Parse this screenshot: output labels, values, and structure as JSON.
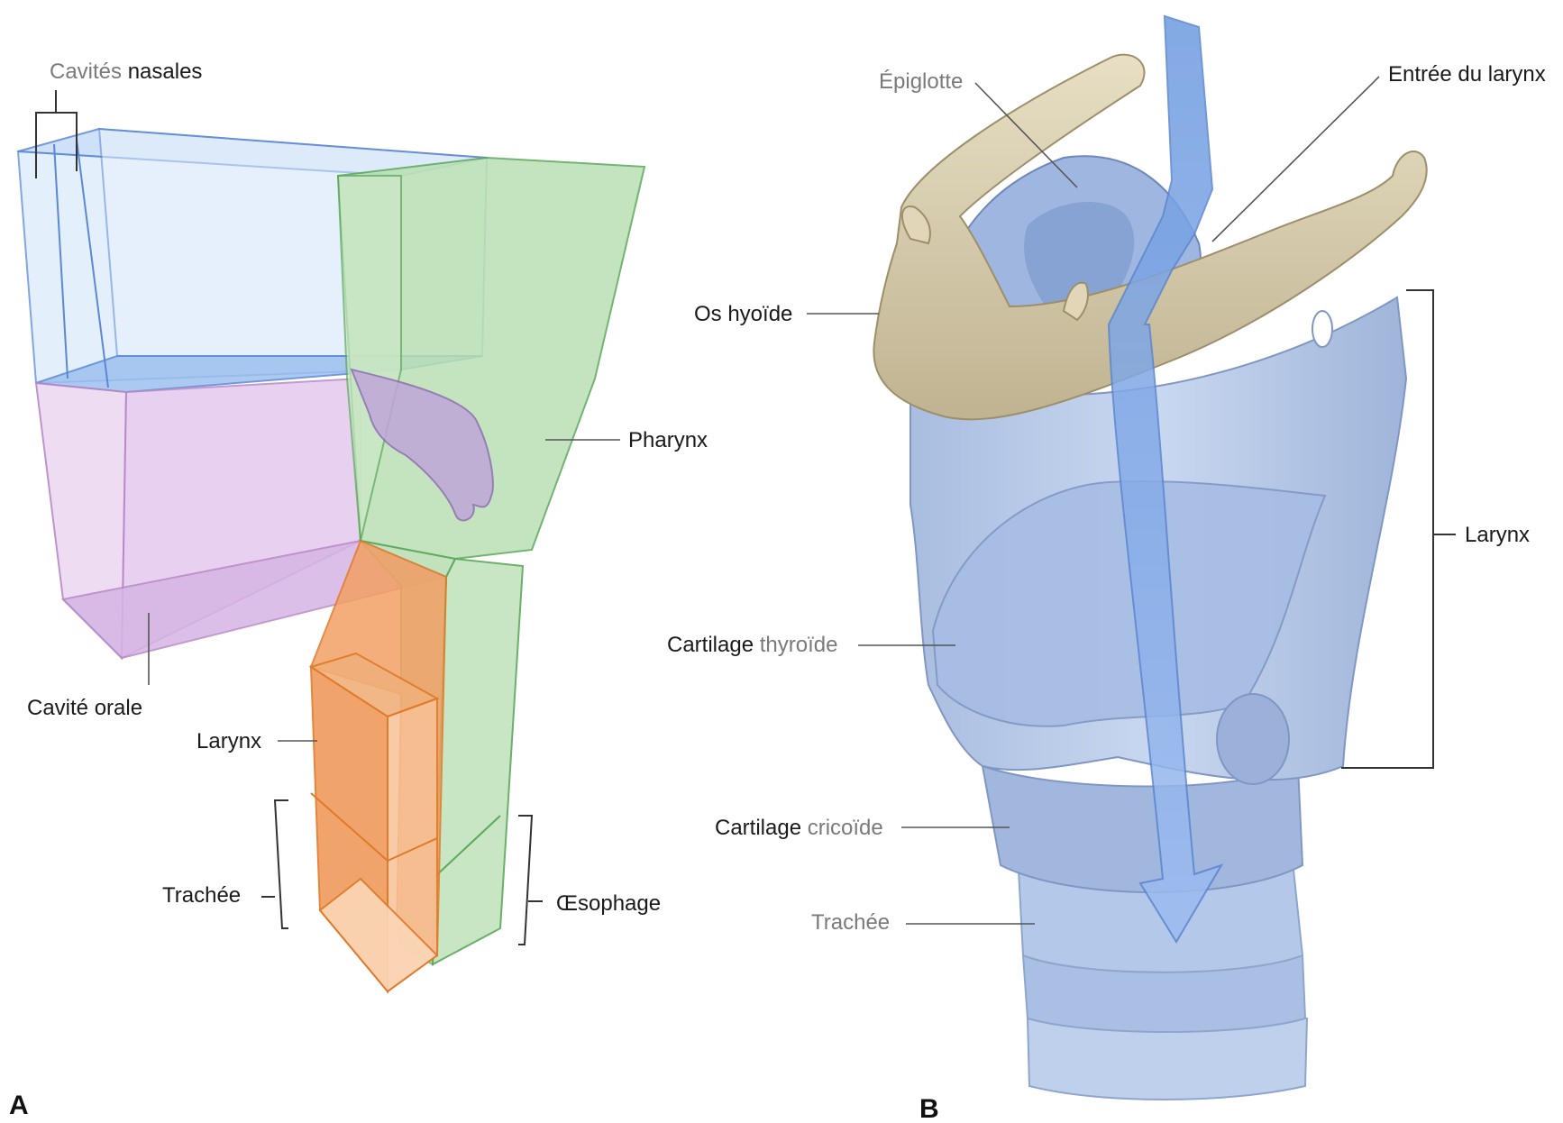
{
  "panel_a": {
    "letter": "A",
    "labels": {
      "nasal": {
        "light": "Cavités",
        "dark": "nasales"
      },
      "pharynx": "Pharynx",
      "oral": "Cavité orale",
      "larynx": "Larynx",
      "trachea": "Trachée",
      "esophagus": "Œsophage"
    }
  },
  "panel_b": {
    "letter": "B",
    "labels": {
      "epiglottis": "Épiglotte",
      "larynx_entry": "Entrée du larynx",
      "hyoid": "Os hyoïde",
      "larynx": "Larynx",
      "thyroid": {
        "dark": "Cartilage",
        "light": "thyroïde"
      },
      "cricoid": {
        "dark": "Cartilage",
        "light": "cricoïde"
      },
      "trachea": "Trachée"
    }
  },
  "colors": {
    "nasal": "#8fb4ea",
    "oral": "#d9b8e4",
    "pharynx": "#a9d7a3",
    "larynx": "#f08a44",
    "bone": "#d9cfb0",
    "cartilage": "#b7c9e8"
  }
}
